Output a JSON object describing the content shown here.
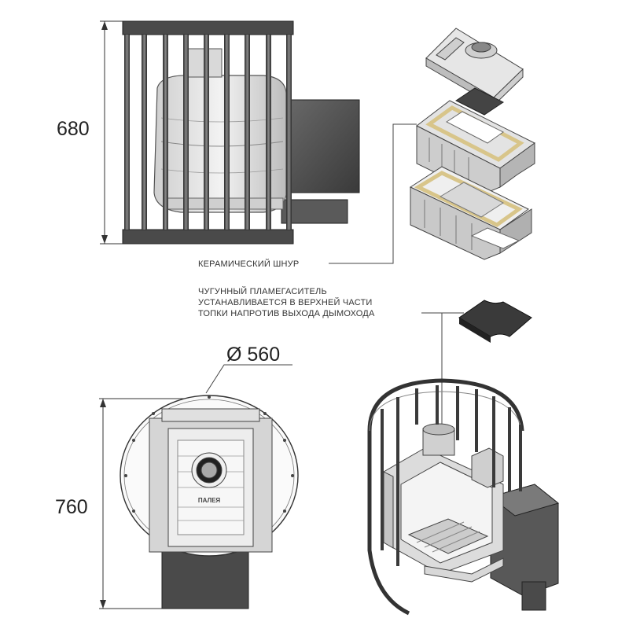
{
  "dimensions": {
    "height_top": "680",
    "diameter": "Ø 560",
    "height_bottom": "760"
  },
  "labels": {
    "ceramic_cord": "КЕРАМИЧЕСКИЙ ШНУР",
    "flame_spreader_lines": [
      "ЧУГУННЫЙ ПЛАМЕГАСИТЕЛЬ",
      "УСТАНАВЛИВАЕТСЯ В ВЕРХНЕЙ ЧАСТИ",
      "ТОПКИ НАПРОТИВ ВЫХОДА ДЫМОХОДА"
    ],
    "door_brand": "ПАЛЕЯ"
  },
  "colors": {
    "line": "#333333",
    "stone_light": "#e6e6e6",
    "stone_mid": "#bdbdbd",
    "steel_dark": "#4a4a4a",
    "cord": "#d8c58a"
  }
}
